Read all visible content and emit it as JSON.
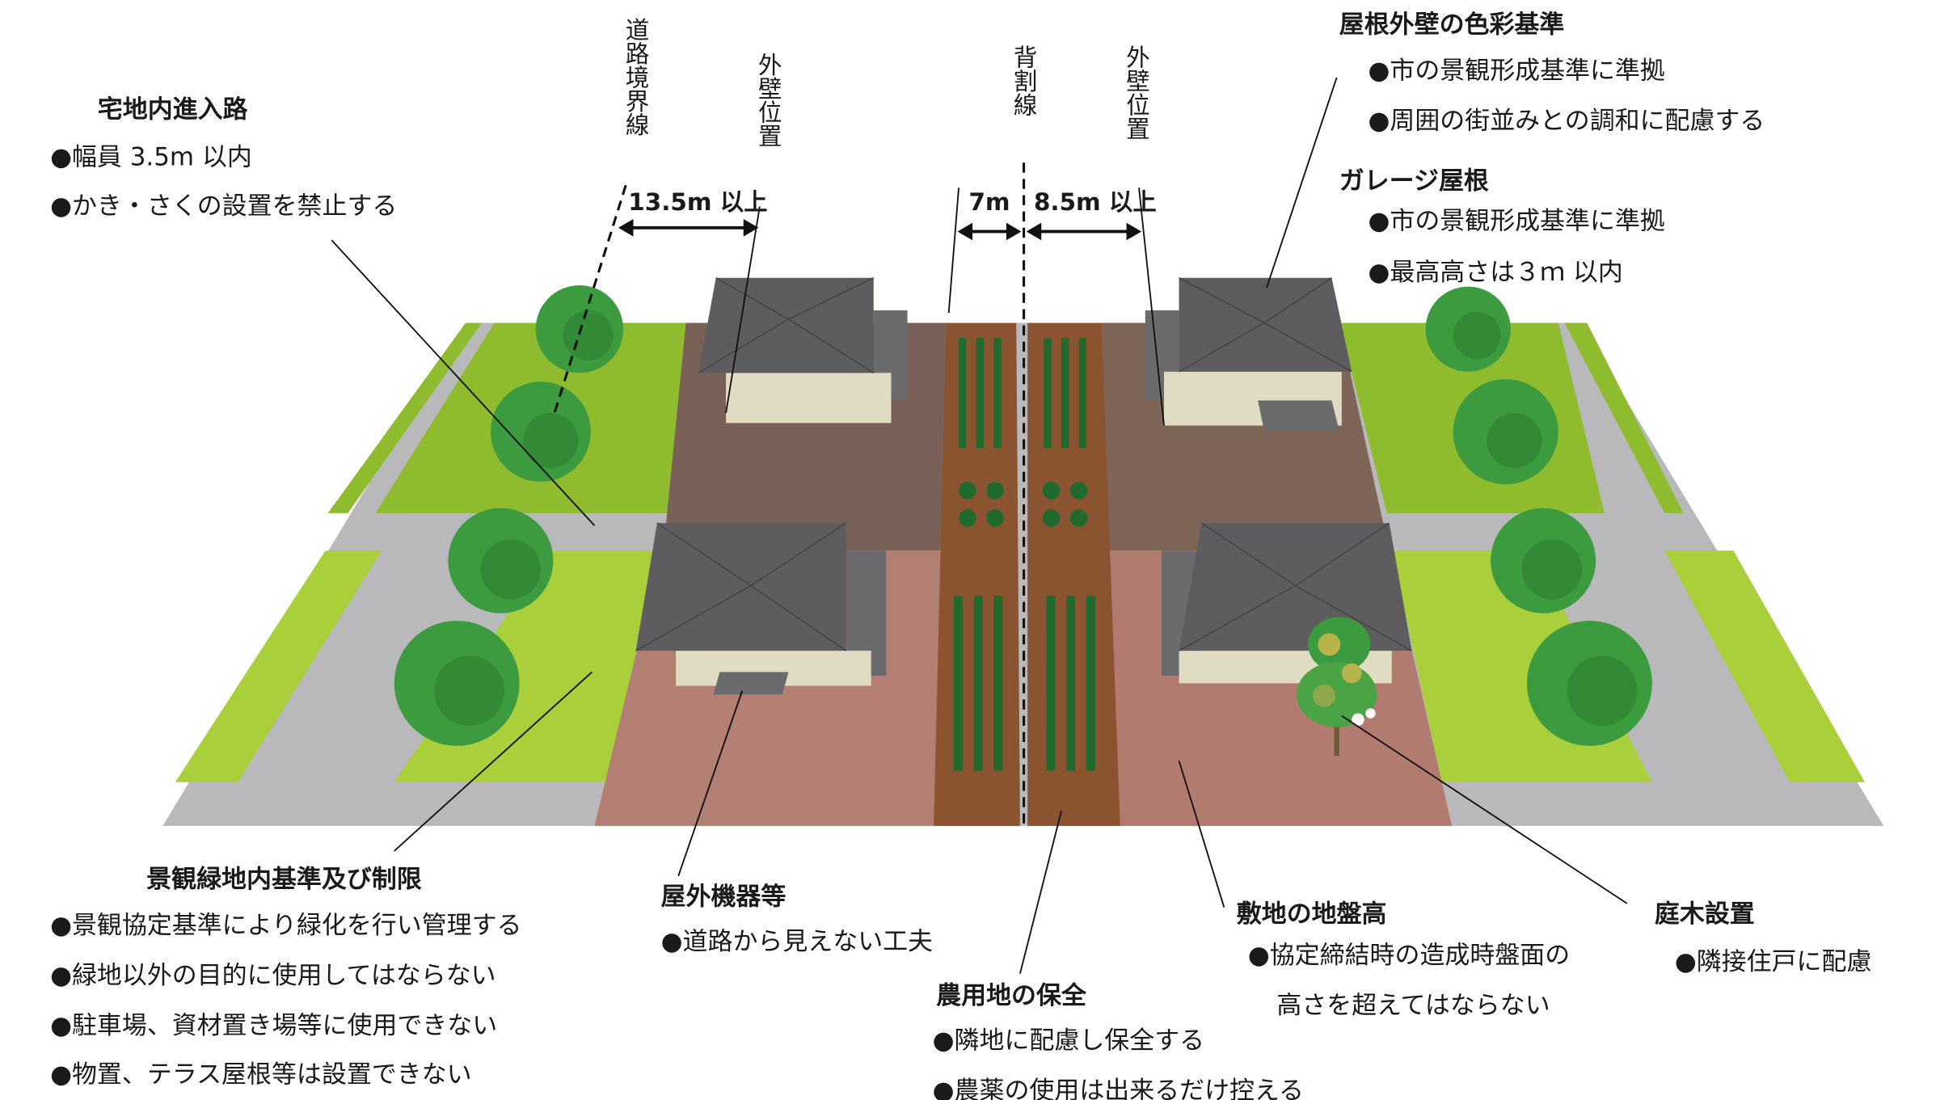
{
  "colors": {
    "road": "#b9b9bb",
    "green_light": "#a9cf3b",
    "green_mid": "#8fbb2f",
    "lot_upper": "#7a6157",
    "lot_lower": "#b27f72",
    "farm": "#8a5430",
    "crop": "#1f6a2c",
    "roof": "#5d5d5f",
    "wall": "#e0dcc3",
    "tree": "#3c9a3f"
  },
  "dimensions": {
    "road_boundary_line": "道路境界線",
    "outer_wall_left": "外壁位置",
    "back_division_line": "背割線",
    "outer_wall_right": "外壁位置",
    "setback_road": "13.5m 以上",
    "farm_width": "7m",
    "setback_back": "8.5m 以上"
  },
  "callouts": {
    "driveway": {
      "title": "宅地内進入路",
      "bullets": [
        "●幅員 3.5m 以内",
        "●かき・さくの設置を禁止する"
      ]
    },
    "roof_wall_color": {
      "title": "屋根外壁の色彩基準",
      "bullets": [
        "●市の景観形成基準に準拠",
        "●周囲の街並みとの調和に配慮する"
      ]
    },
    "garage_roof": {
      "title": "ガレージ屋根",
      "bullets": [
        "●市の景観形成基準に準拠",
        "●最高高さは３ｍ 以内"
      ]
    },
    "green_area": {
      "title": "景観緑地内基準及び制限",
      "bullets": [
        "●景観協定基準により緑化を行い管理する",
        "●緑地以外の目的に使用してはならない",
        "●駐車場、資材置き場等に使用できない",
        "●物置、テラス屋根等は設置できない"
      ]
    },
    "outdoor_equipment": {
      "title": "屋外機器等",
      "bullets": [
        "●道路から見えない工夫"
      ]
    },
    "farmland": {
      "title": "農用地の保全",
      "bullets": [
        "●隣地に配慮し保全する",
        "●農薬の使用は出来るだけ控える"
      ]
    },
    "ground_level": {
      "title": "敷地の地盤高",
      "bullets": [
        "●協定締結時の造成時盤面の",
        "高さを超えてはならない"
      ]
    },
    "garden_tree": {
      "title": "庭木設置",
      "bullets": [
        "●隣接住戸に配慮"
      ]
    }
  }
}
